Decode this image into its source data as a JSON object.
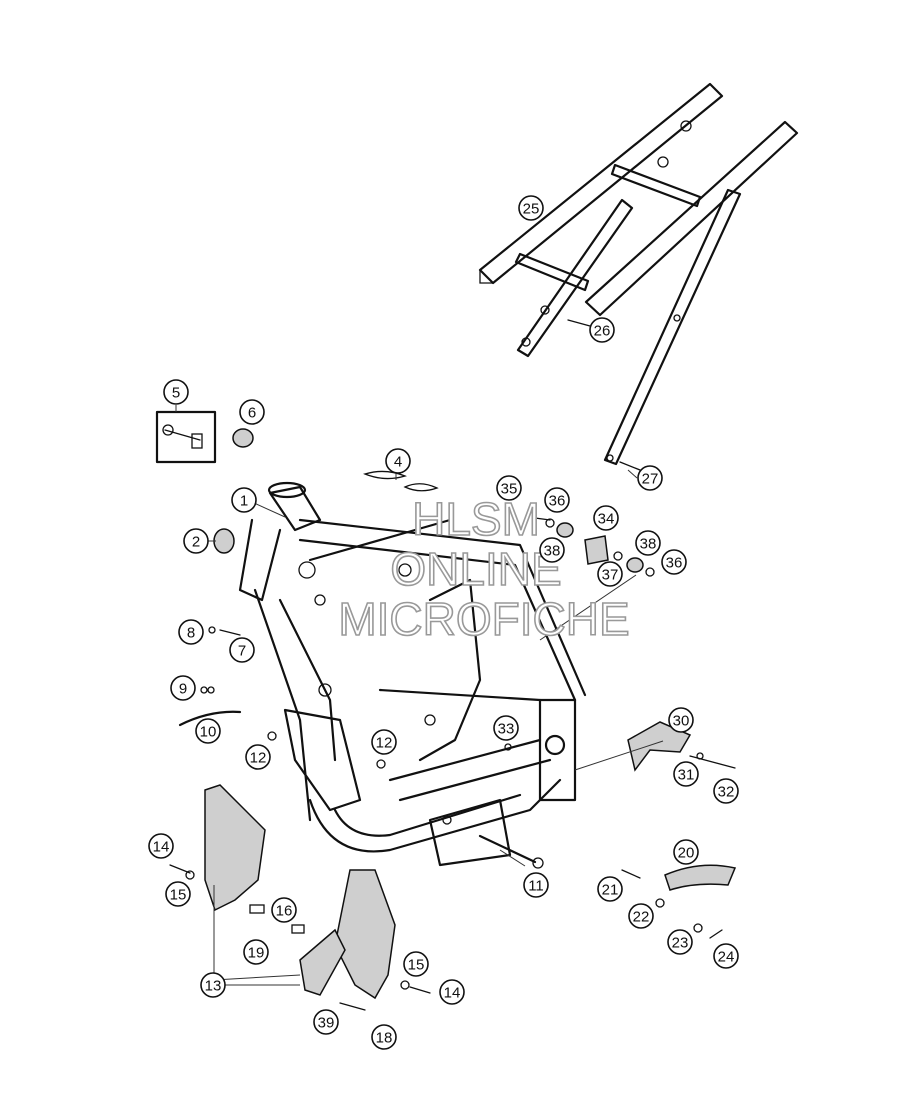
{
  "watermark": {
    "line1": "HLSM",
    "line2": "ONLINE",
    "line3": "MICROFICHE"
  },
  "callouts": [
    "1",
    "2",
    "4",
    "5",
    "6",
    "7",
    "8",
    "9",
    "10",
    "11",
    "12",
    "12",
    "13",
    "14",
    "14",
    "15",
    "15",
    "16",
    "18",
    "19",
    "20",
    "21",
    "22",
    "23",
    "24",
    "25",
    "26",
    "27",
    "30",
    "31",
    "32",
    "33",
    "34",
    "35",
    "36",
    "36",
    "37",
    "38",
    "38",
    "39"
  ]
}
